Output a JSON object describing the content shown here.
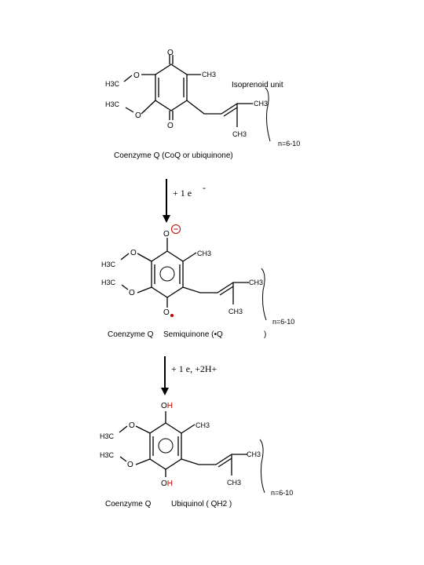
{
  "structure1": {
    "o_top": "O",
    "o_bottom": "O",
    "h3c_top": "H3C",
    "h3c_bottom": "H3C",
    "o_methoxy_top": "O",
    "o_methoxy_bottom": "O",
    "ch3_ring": "CH3",
    "ch3_chain": "CH3",
    "ch3_branch": "CH3",
    "isoprenoid_label": "Isoprenoid unit",
    "repeat_label": "n=6-10",
    "caption": "Coenzyme Q (CoQ or ubiquinone)"
  },
  "reaction1": {
    "label": "+ 1 e"
  },
  "structure2": {
    "o_top": "O",
    "o_bottom": "O",
    "h3c_top": "H3C",
    "h3c_bottom": "H3C",
    "o_methoxy_top": "O",
    "o_methoxy_bottom": "O",
    "ch3_ring": "CH3",
    "ch3_chain": "CH3",
    "ch3_branch": "CH3",
    "repeat_label": "n=6-10",
    "caption_left": "Coenzyme Q",
    "caption_right": "Semiquinone (•Q",
    "caption_close": ")"
  },
  "reaction2": {
    "label": "+ 1 e, +2H+"
  },
  "structure3": {
    "oh_top": "OH",
    "oh_bottom": "OH",
    "h3c_top": "H3C",
    "h3c_bottom": "H3C",
    "o_methoxy_top": "O",
    "o_methoxy_bottom": "O",
    "ch3_ring": "CH3",
    "ch3_chain": "CH3",
    "ch3_branch": "CH3",
    "repeat_label": "n=6-10",
    "caption_left": "Coenzyme Q",
    "caption_right": "Ubiquinol ( QH2 )"
  },
  "colors": {
    "accent": "#c00000",
    "ink": "#000000"
  }
}
